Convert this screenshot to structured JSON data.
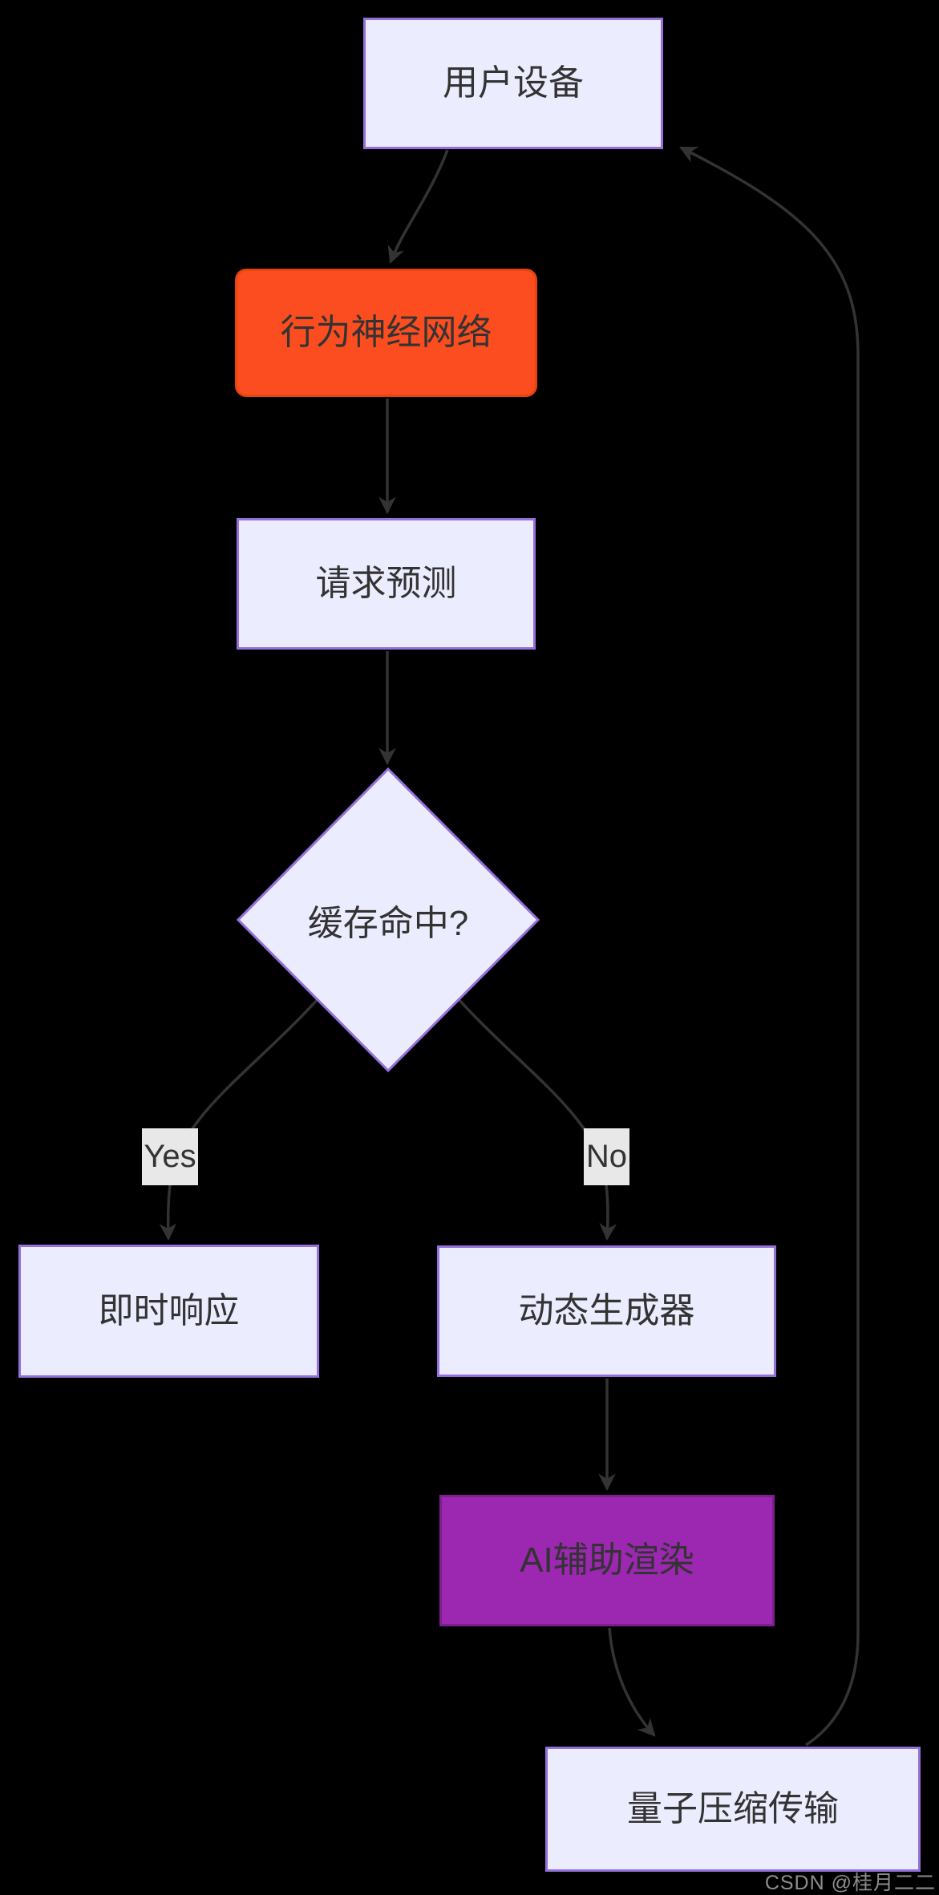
{
  "diagram": {
    "nodes": {
      "user_device": "用户设备",
      "behavior_nn": "行为神经网络",
      "request_prediction": "请求预测",
      "cache_hit": "缓存命中?",
      "instant_response": "即时响应",
      "dynamic_generator": "动态生成器",
      "ai_render": "AI辅助渲染",
      "quantum_transfer": "量子压缩传输"
    },
    "edge_labels": {
      "yes": "Yes",
      "no": "No"
    },
    "colors": {
      "background": "#000000",
      "node_fill": "#ECECFF",
      "node_border": "#9370DB",
      "highlight_orange": "#FB4D1F",
      "highlight_orange_border": "#E8440F",
      "highlight_purple": "#9C27B0",
      "highlight_purple_border": "#7A208F",
      "edge": "#333333",
      "node_text": "#333333",
      "edge_label_bg": "#E8E8E8"
    }
  },
  "watermark": "CSDN @桂月二二"
}
